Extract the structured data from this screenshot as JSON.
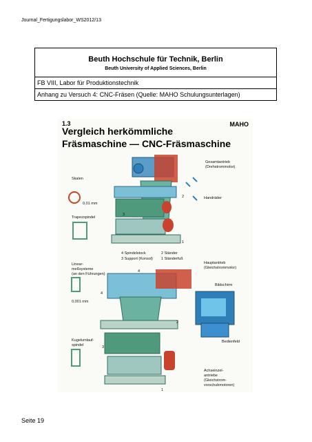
{
  "header": {
    "running_title": "Journal_Fertigungslabor_WS2012/13"
  },
  "table": {
    "title": "Beuth Hochschule für Technik, Berlin",
    "subtitle": "Beuth University of Applied Sciences, Berlin",
    "department": "FB VIII, Labor für Produktionstechnik",
    "appendix": "Anhang zu Versuch 4: CNC-Fräsen (Quelle: MAHO Schulungsunterlagen)"
  },
  "figure": {
    "number": "1.3",
    "brand": "MAHO",
    "title_line1": "Vergleich herkömmliche",
    "title_line2": "Fräsmaschine — CNC-Fräsmaschine",
    "labels": {
      "skalen": "Skalen",
      "scale_value": "0,01 mm",
      "trapezspindel": "Trapezspindel",
      "gesamtantrieb": "Gesamtantrieb",
      "drehstrommotor": "(Drehstrommotor)",
      "handraeder": "Handräder",
      "legend_1": "4 Spindelstock",
      "legend_2": "3 Support (Konsol)",
      "legend_3": "2 Ständer",
      "legend_4": "1 Ständerfuß",
      "linear": "Linear-",
      "messsysteme": "meßsysteme",
      "an_fuehrungen": "(an den Führungen)",
      "linear_value": "0,001 mm",
      "hauptantrieb": "Hauptantrieb",
      "gleichstrommotor": "(Gleichstrommotor)",
      "bildschirm": "Bildschirm",
      "kugelumlauf": "Kugelumlauf-",
      "spindel": "spindel",
      "bedienfeld": "Bedienfeld",
      "achseinzel": "Achseinzel-",
      "antriebe": "antriebe",
      "gleichstrom": "(Gleichstrom-",
      "vorschubmotoren": "vorschubmotoren)",
      "n1": "1",
      "n2": "2",
      "n3": "3",
      "n4": "4",
      "n1b": "1",
      "n2b": "2",
      "n3b": "3",
      "n4b": "4"
    }
  },
  "footer": {
    "page": "Seite 19"
  },
  "colors": {
    "fig_background": "#fafaf7",
    "machine_blue": "#2e7fb8",
    "accent_red": "#c8432d",
    "machine_green": "#4f9a7d"
  }
}
